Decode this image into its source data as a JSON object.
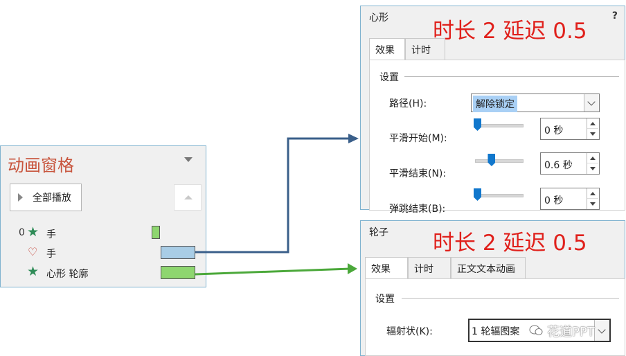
{
  "animation_pane": {
    "title": "动画窗格",
    "play_all_label": "全部播放",
    "items": [
      {
        "index": "0",
        "icon": "star-icon",
        "label": "手",
        "bar_color": "#8ed66f"
      },
      {
        "index": "",
        "icon": "heart-path-icon",
        "label": "手",
        "bar_color": "#a9cde6"
      },
      {
        "index": "",
        "icon": "star-icon",
        "label": "心形 轮廓",
        "bar_color": "#8ed66f"
      }
    ]
  },
  "arrows": {
    "top_color": "#3a5f8a",
    "bottom_color": "#4ba83a"
  },
  "dialog_heart": {
    "title": "心形",
    "help": "?",
    "caption": "时长 2 延迟 0.5",
    "tabs": [
      "效果",
      "计时"
    ],
    "group_label": "设置",
    "path_label": "路径(H):",
    "path_value": "解除锁定",
    "smooth_start_label": "平滑开始(M):",
    "smooth_start_value": "0 秒",
    "smooth_start_level": 0.0,
    "smooth_end_label": "平滑结束(N):",
    "smooth_end_value": "0.6 秒",
    "smooth_end_level": 0.33,
    "bounce_end_label": "弹跳结束(B):",
    "bounce_end_value": "0 秒",
    "bounce_end_level": 0.0
  },
  "dialog_wheel": {
    "title": "轮子",
    "caption": "时长 2 延迟 0.5",
    "tabs": [
      "效果",
      "计时",
      "正文文本动画"
    ],
    "group_label": "设置",
    "spokes_label": "辐射状(K):",
    "spokes_value": "1 轮辐图案",
    "watermark": "花道PPT"
  },
  "colors": {
    "caption_red": "#e0201b",
    "pane_title": "#c8553d",
    "border_blue": "#7fb2cf"
  }
}
